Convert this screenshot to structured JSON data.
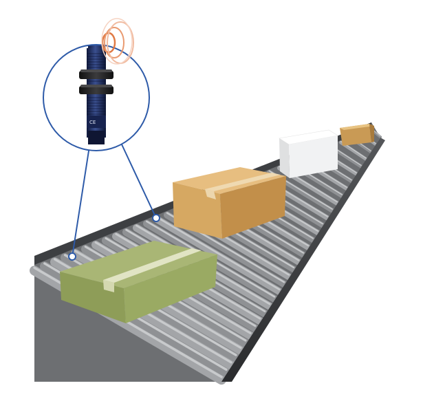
{
  "scene": {
    "description_kind": "illustration",
    "sensor": {
      "marking": "CE",
      "icon": "proximity-sensor-icon"
    },
    "boxes": [
      {
        "name": "box-green",
        "color": "#9aaa63"
      },
      {
        "name": "box-cardboard-large",
        "color": "#d9ae6c"
      },
      {
        "name": "box-white",
        "color": "#f3f3f3"
      },
      {
        "name": "box-cardboard-far",
        "color": "#d7ab66"
      }
    ],
    "colors": {
      "background": "#ffffff",
      "callout_line": "#2d5aa8",
      "sensor_body": "#1d2d63",
      "signal_rings": "#e8956a",
      "roller": "#8d8f92",
      "frame": "#3a3b3d"
    }
  }
}
